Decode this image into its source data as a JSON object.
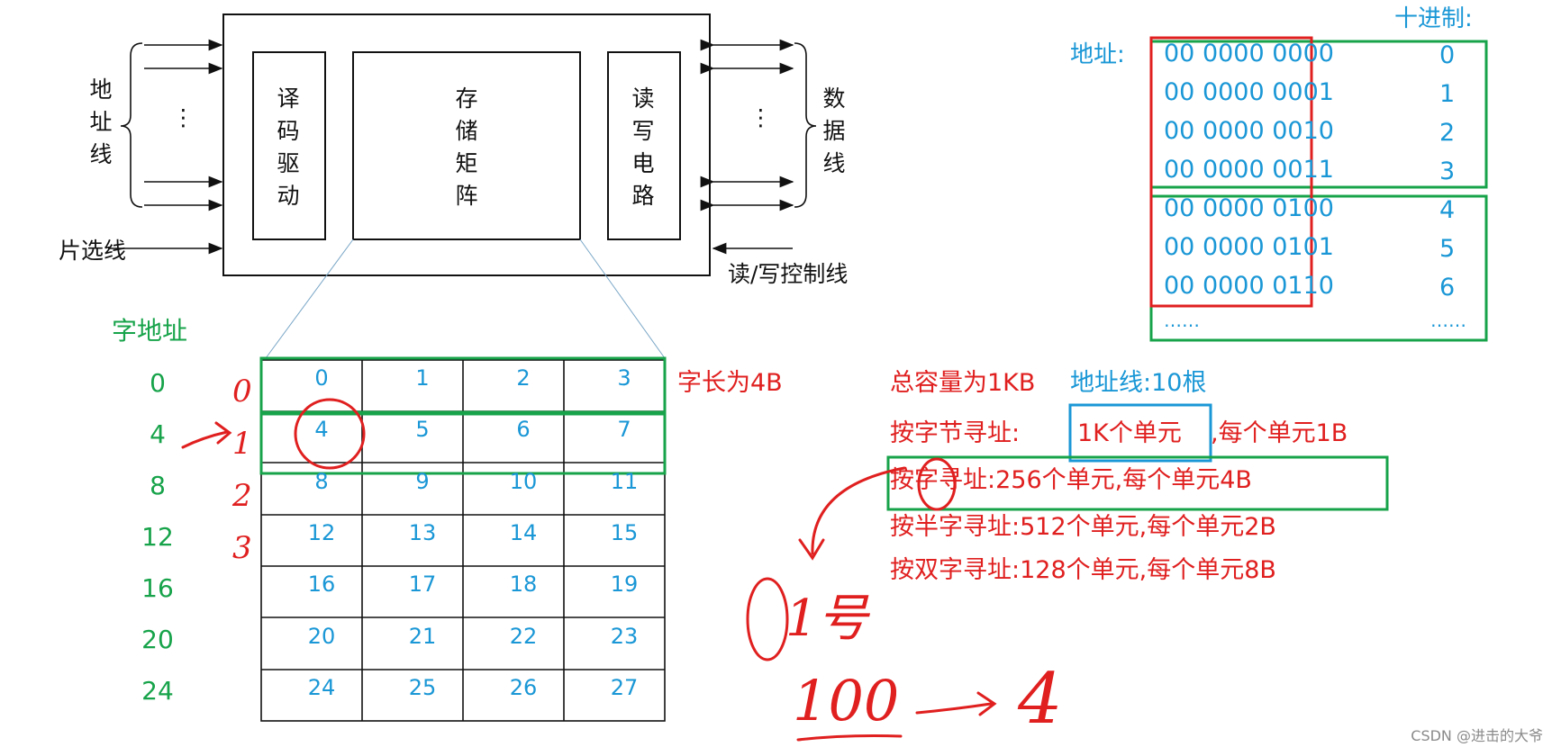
{
  "chip_diagram": {
    "address_lines_label": "地址线",
    "chip_select_label": "片选线",
    "decoder_label": "译码驱动",
    "storage_label": "存储矩阵",
    "rw_circuit_label": "读写电路",
    "data_lines_label": "数据线",
    "rw_control_label": "读/写控制线",
    "dots": "⋮"
  },
  "address_table": {
    "addr_label": "地址:",
    "decimal_label": "十进制:",
    "rows": [
      {
        "bin": "00 0000 0000",
        "dec": "0"
      },
      {
        "bin": "00 0000 0001",
        "dec": "1"
      },
      {
        "bin": "00 0000 0010",
        "dec": "2"
      },
      {
        "bin": "00 0000 0011",
        "dec": "3"
      },
      {
        "bin": "00 0000 0100",
        "dec": "4"
      },
      {
        "bin": "00 0000 0101",
        "dec": "5"
      },
      {
        "bin": "00 0000 0110",
        "dec": "6"
      }
    ],
    "ellipsis": "……",
    "ellipsis_dec": "……"
  },
  "word_grid": {
    "word_addr_label": "字地址",
    "word_addresses": [
      "0",
      "4",
      "8",
      "12",
      "16",
      "20",
      "24"
    ],
    "cells": [
      [
        "0",
        "1",
        "2",
        "3"
      ],
      [
        "4",
        "5",
        "6",
        "7"
      ],
      [
        "8",
        "9",
        "10",
        "11"
      ],
      [
        "12",
        "13",
        "14",
        "15"
      ],
      [
        "16",
        "17",
        "18",
        "19"
      ],
      [
        "20",
        "21",
        "22",
        "23"
      ],
      [
        "24",
        "25",
        "26",
        "27"
      ]
    ],
    "word_length_label": "字长为4B",
    "handwritten_indices": [
      "0",
      "1",
      "2",
      "3"
    ]
  },
  "notes": {
    "total_capacity": "总容量为1KB",
    "address_lines": "地址线:10根",
    "byte_addr_prefix": "按字节寻址:",
    "byte_addr_units": "1K个单元",
    "byte_addr_suffix": ",每个单元1B",
    "word_addr": "按字寻址:256个单元,每个单元4B",
    "halfword_addr": "按半字寻址:512个单元,每个单元2B",
    "doubleword_addr": "按双字寻址:128个单元,每个单元8B"
  },
  "handwriting": {
    "bottom_left": "100",
    "bottom_right": "4",
    "circled_number": "1号"
  },
  "watermark": "CSDN @进击的大爷",
  "colors": {
    "green": "#17a34a",
    "blue": "#1a97d6",
    "red": "#e01f1f",
    "line": "#111111"
  }
}
